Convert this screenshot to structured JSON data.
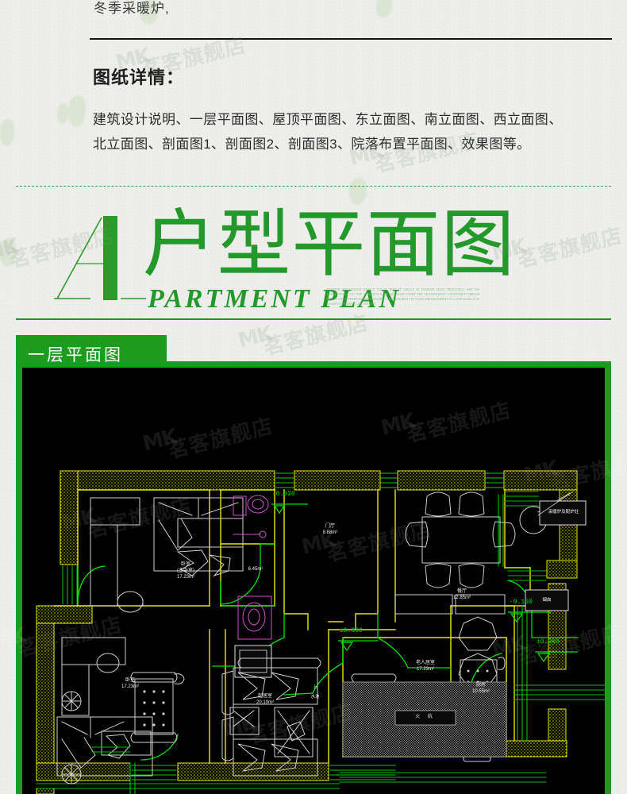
{
  "page": {
    "background_color": "#f1f1ef",
    "accent_green": "#1d9b1d",
    "title_green": "#23992b"
  },
  "top_fragment": "冬季采暖炉,",
  "details_section": {
    "heading": "图纸详情：",
    "body_line1": "建筑设计说明、一层平面图、屋顶平面图、东立面图、南立面图、西立面图、",
    "body_line2": "北立面图、剖面图1、剖面图2、剖面图3、院落布置平面图、效果图等。"
  },
  "title_block": {
    "letter_a": "A",
    "chinese": "户型平面图",
    "english": "PARTMENT PLAN",
    "blurb": "FASHION HOUSEHOLD DESIGN COLOR PICK IT GRACE IS FASHION MOST BEAUTIFUL AND AN FASHIONABLE LET THE MOMENTS KEEP ORGANIZE EVERY THE TRANSPARENT CONVENIENT DREAM HOUSE AND TEMPERAMENT TOUCHING ARRANGEMENT IN YOUR ARRANGEMENT TO CONFIGURE IT IS YOUR ENJOYMENT CONVENIENT"
  },
  "plan_card": {
    "tab_label": "一层平面图"
  },
  "floor_plan": {
    "elevations": [
      {
        "name": "bathroom-elevation",
        "value": "-0.020"
      },
      {
        "name": "entry-elevation",
        "value": "-0.150"
      },
      {
        "name": "main-floor-elevation",
        "value": "±0.000"
      },
      {
        "name": "kitchen-elevation",
        "value": "±0.000"
      }
    ],
    "rooms": [
      {
        "name": "bedroom-north-west",
        "label": "卧室",
        "sublabel": "(主卧室)",
        "area": "17.23m²"
      },
      {
        "name": "bathroom",
        "label": "",
        "sublabel": "",
        "area": "6.45m²"
      },
      {
        "name": "hall-center",
        "label": "门厅",
        "sublabel": "",
        "area": "8.88m²"
      },
      {
        "name": "dining-room",
        "label": "餐厅",
        "sublabel": "",
        "area": "12.85m²"
      },
      {
        "name": "bedroom-south-west",
        "label": "卧室",
        "sublabel": "",
        "area": "17.23m²"
      },
      {
        "name": "living-room",
        "label": "起居室",
        "sublabel": "",
        "area": "20.10m²"
      },
      {
        "name": "elder-room",
        "label": "老人居室",
        "sublabel": "",
        "area": "17.23m²"
      },
      {
        "name": "kitchen",
        "label": "厨房",
        "sublabel": "",
        "area": "10.55m²"
      }
    ],
    "annotations": [
      {
        "name": "boiler-note",
        "text": "采暖炉及配炉灶"
      },
      {
        "name": "chimney-note",
        "text": "烟囱"
      },
      {
        "name": "stair-note-1",
        "text": "上"
      },
      {
        "name": "stair-note-2",
        "text": "水池"
      },
      {
        "name": "kang-note",
        "text": "火 炕"
      }
    ]
  },
  "watermark": {
    "logo": "MK",
    "shop": "茗客旗舰店"
  }
}
